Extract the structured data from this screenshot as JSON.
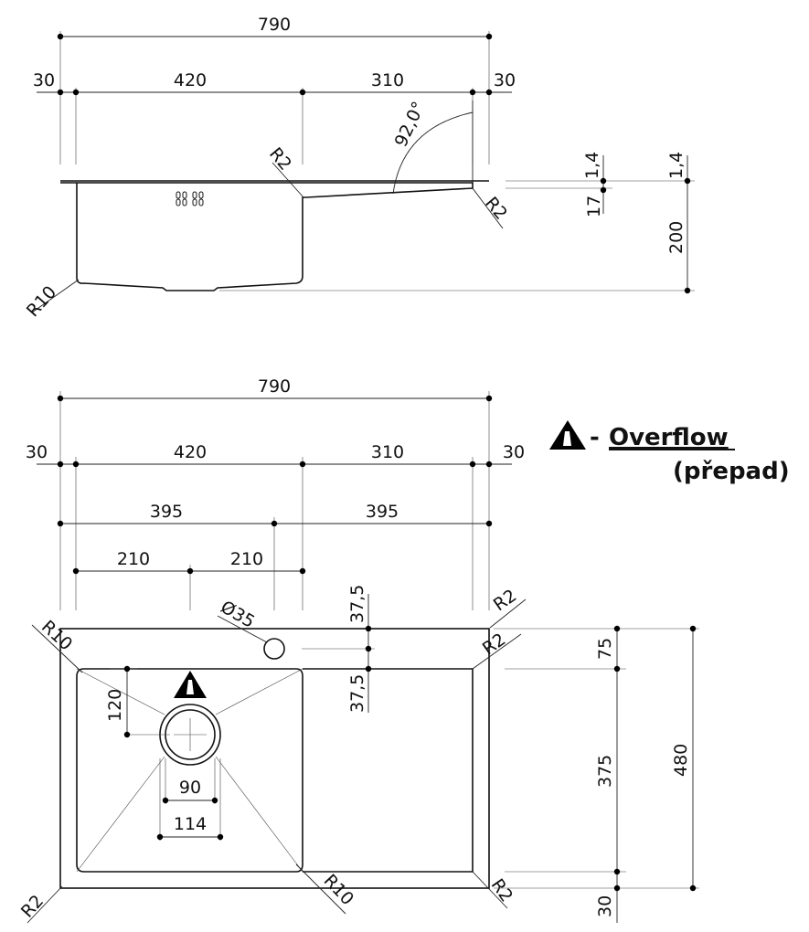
{
  "side_view": {
    "overall": "790",
    "left_rim": "30",
    "bowl": "420",
    "drainer": "310",
    "right_rim": "30",
    "angle": "92,0°",
    "radius_top_left": "R2",
    "radius_drainer_end": "R2",
    "radius_bowl_bottom": "R10",
    "thickness_a": "1,4",
    "thickness_b": "1,4",
    "drainer_depth": "17",
    "bowl_depth": "200"
  },
  "plan_view": {
    "overall": "790",
    "left_rim": "30",
    "bowl": "420",
    "drainer": "310",
    "right_rim": "30",
    "half_a": "395",
    "half_b": "395",
    "bowl_half_a": "210",
    "bowl_half_b": "210",
    "tap_hole": "Ø35",
    "tap_offset_top": "37,5",
    "tap_offset_bottom": "37,5",
    "waste_offset": "120",
    "waste_inner": "90",
    "waste_outer": "114",
    "radius_outer_top_left": "R10",
    "radius_outer_top_right": "R2",
    "radius_inner_top_right": "R2",
    "radius_bottom_left": "R2",
    "radius_bowl_bottom_right": "R10",
    "radius_bottom_right": "R2",
    "rim_top": "75",
    "inner_depth": "375",
    "overall_depth": "480",
    "rim_bottom": "30"
  },
  "legend": {
    "dash": "-",
    "label": "Overflow",
    "translation": "(přepad)"
  }
}
